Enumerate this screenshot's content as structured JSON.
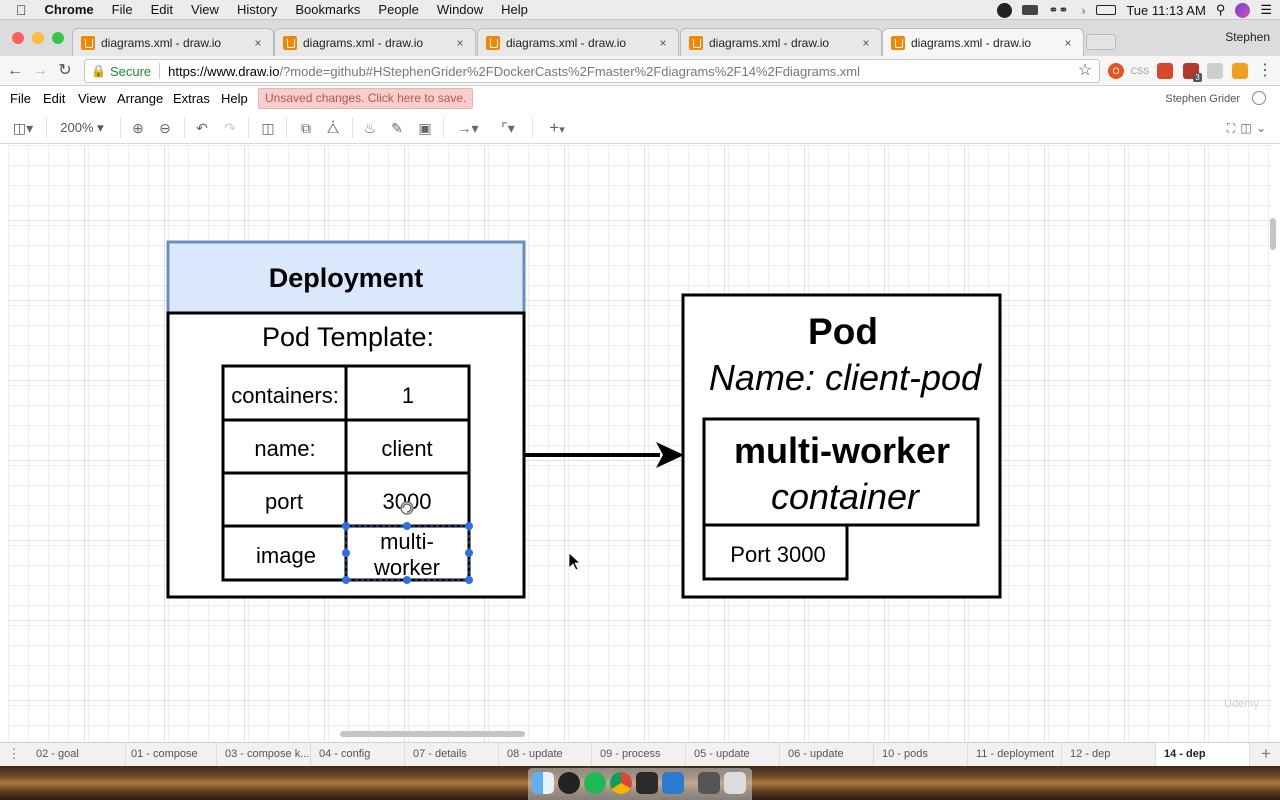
{
  "menubar": {
    "app": "Chrome",
    "items": [
      "File",
      "Edit",
      "View",
      "History",
      "Bookmarks",
      "People",
      "Window",
      "Help"
    ],
    "clock": "Tue 11:13 AM"
  },
  "browser": {
    "tabs": [
      {
        "title": "diagrams.xml - draw.io",
        "close": "×"
      },
      {
        "title": "diagrams.xml - draw.io",
        "close": "×"
      },
      {
        "title": "diagrams.xml - draw.io",
        "close": "×"
      },
      {
        "title": "diagrams.xml - draw.io",
        "close": "×"
      },
      {
        "title": "diagrams.xml - draw.io",
        "close": "×"
      }
    ],
    "profile": "Stephen",
    "secure_label": "Secure",
    "url_host": "https://www.draw.io",
    "url_path": "/?mode=github#HStephenGrider%2FDockerCasts%2Fmaster%2Fdiagrams%2F14%2Fdiagrams.xml",
    "ext_labels": {
      "css": "CSS",
      "badge": "3"
    }
  },
  "drawio": {
    "menu": [
      "File",
      "Edit",
      "View",
      "Arrange",
      "Extras",
      "Help"
    ],
    "unsaved": "Unsaved changes. Click here to save.",
    "user": "Stephen Grider",
    "zoom": "200%"
  },
  "diagram": {
    "deployment": {
      "title": "Deployment",
      "template_label": "Pod Template:",
      "rows": [
        {
          "key": "containers:",
          "value": "1"
        },
        {
          "key": "name:",
          "value": "client"
        },
        {
          "key": "port",
          "value": "3000"
        },
        {
          "key": "image",
          "value": "multi-\nworker"
        }
      ]
    },
    "pod": {
      "title": "Pod",
      "name_label": "Name: client-pod",
      "container_title": "multi-worker",
      "container_sub": "container",
      "port": "Port 3000"
    }
  },
  "watermark": "Udemy",
  "pages": {
    "tabs": [
      "02 - goal",
      "01 - compose",
      "03 - compose k...",
      "04 - config",
      "07 - details",
      "08 - update",
      "09 - process",
      "05 - update",
      "06 - update",
      "10 - pods",
      "11 - deployment",
      "12 - dep",
      "14 - dep"
    ],
    "active": "14 - dep"
  },
  "colors": {
    "deployment_header": "#dae8fc",
    "deployment_header_border": "#6c8ebf",
    "selection": "#2e6ee6",
    "unsaved_bg": "#f8cecc"
  }
}
